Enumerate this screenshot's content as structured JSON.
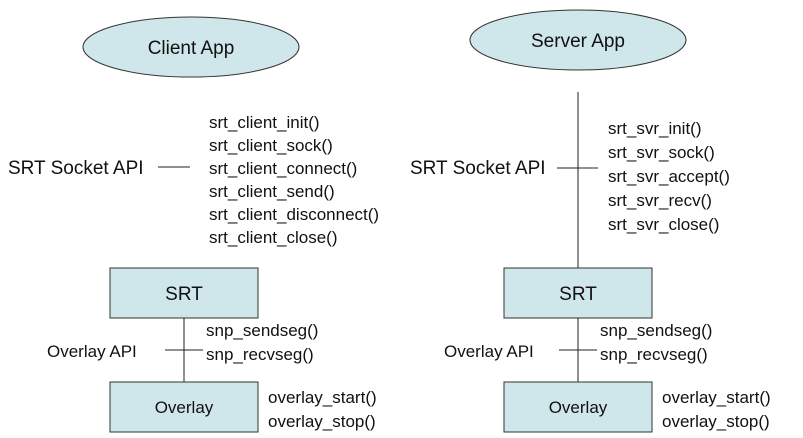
{
  "colors": {
    "shape_fill": "#cfe6ea",
    "stroke": "#333333"
  },
  "client": {
    "app_label": "Client App",
    "socket_api_label": "SRT Socket API",
    "socket_functions": [
      "srt_client_init()",
      "srt_client_sock()",
      "srt_client_connect()",
      "srt_client_send()",
      "srt_client_disconnect()",
      "srt_client_close()"
    ],
    "srt_label": "SRT",
    "overlay_api_label": "Overlay API",
    "overlay_api_functions": [
      "snp_sendseg()",
      "snp_recvseg()"
    ],
    "overlay_label": "Overlay",
    "overlay_functions": [
      "overlay_start()",
      "overlay_stop()"
    ]
  },
  "server": {
    "app_label": "Server App",
    "socket_api_label": "SRT Socket API",
    "socket_functions": [
      "srt_svr_init()",
      "srt_svr_sock()",
      "srt_svr_accept()",
      "srt_svr_recv()",
      "srt_svr_close()"
    ],
    "srt_label": "SRT",
    "overlay_api_label": "Overlay API",
    "overlay_api_functions": [
      "snp_sendseg()",
      "snp_recvseg()"
    ],
    "overlay_label": "Overlay",
    "overlay_functions": [
      "overlay_start()",
      "overlay_stop()"
    ]
  }
}
